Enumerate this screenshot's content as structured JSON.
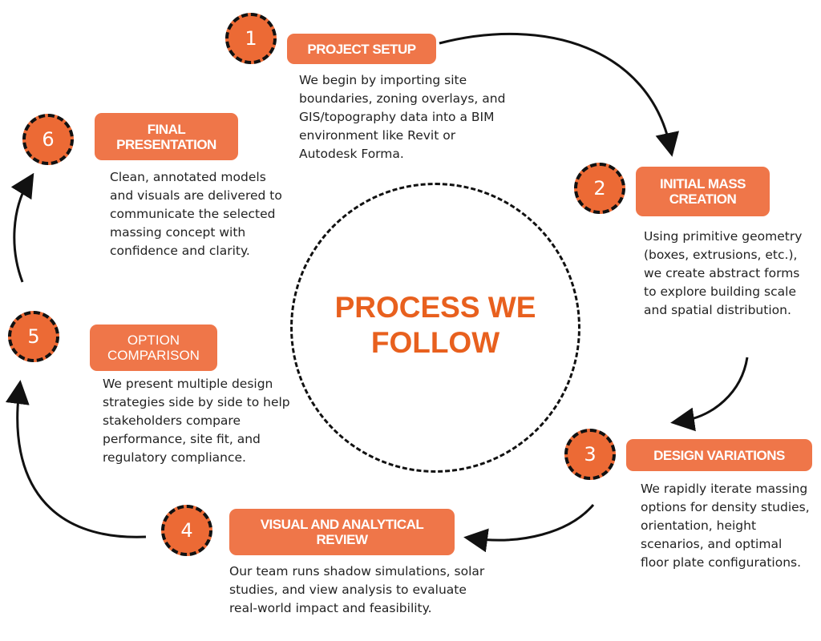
{
  "title": "PROCESS WE FOLLOW",
  "colors": {
    "circle": "#ec6a35",
    "label": "#ef7649",
    "title": "#e8601e"
  },
  "steps": [
    {
      "number": "1",
      "label": "PROJECT SETUP",
      "text": "We begin by importing site boundaries, zoning overlays, and GIS/topography data into a BIM environment like Revit or Autodesk Forma."
    },
    {
      "number": "2",
      "label": "INITIAL MASS CREATION",
      "text": "Using primitive geometry (boxes, extrusions, etc.), we create abstract forms to explore building scale and spatial distribution."
    },
    {
      "number": "3",
      "label": "DESIGN VARIATIONS",
      "text": "We rapidly iterate massing options for density studies, orientation, height scenarios, and optimal floor plate configurations."
    },
    {
      "number": "4",
      "label": "VISUAL AND ANALYTICAL REVIEW",
      "text": "Our team runs shadow simulations, solar studies, and view analysis to evaluate real-world impact and feasibility."
    },
    {
      "number": "5",
      "label": "OPTION COMPARISON",
      "text": "We present multiple design strategies side by side to help stakeholders compare performance, site fit, and regulatory compliance."
    },
    {
      "number": "6",
      "label": "FINAL PRESENTATION",
      "text": "Clean, annotated models and visuals are delivered to communicate the selected massing concept with confidence and clarity."
    }
  ]
}
